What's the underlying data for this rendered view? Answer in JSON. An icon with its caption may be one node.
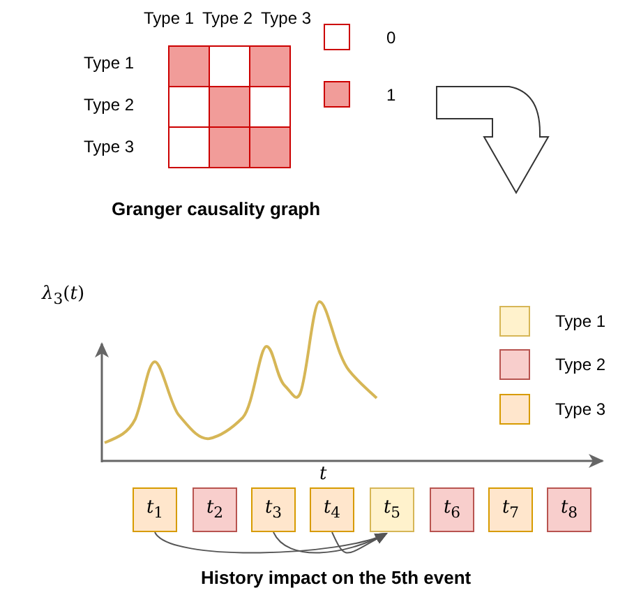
{
  "diagram": {
    "nodes": [
      {
        "text": [
          "*t*$_{1}$"
        ]
      },
      {
        "text": [
          "*t*$_{2}$"
        ]
      },
      {
        "text": [
          "*t*$_{3}$"
        ]
      },
      {
        "text": [
          "*t*$_{4}$"
        ]
      },
      {
        "text": [
          "*t*$_{5}$"
        ]
      },
      {
        "text": [
          "*t*$_{6}$"
        ]
      },
      {
        "text": [
          "*t*$_{7}$"
        ]
      },
      {
        "text": [
          "*t*$_{8}$"
        ]
      }
    ],
    "edges": [
      {
        "from": 0,
        "to": 4,
        "arrow": "to"
      },
      {
        "from": 2,
        "to": 4,
        "arrow": "to"
      },
      {
        "from": 3,
        "to": 4,
        "arrow": "to"
      }
    ],
    "labels": [
      "Type 1",
      "Type 2",
      "Type 3",
      "Type 1",
      "Type 2",
      "Type 3",
      "Granger causality graph",
      "*λ*$_{3}$(*t*)",
      "*t*",
      "History impact on the 5th event"
    ],
    "legend": [
      {
        "text": "0",
        "color": "#ffffff"
      },
      {
        "text": "1",
        "color": "#f19c99"
      },
      {
        "text": "Type 1",
        "color": "#fff2cc"
      },
      {
        "text": "Type 2",
        "color": "#f8cecc"
      },
      {
        "text": "Type 3",
        "color": "#ffe6cc"
      }
    ]
  }
}
